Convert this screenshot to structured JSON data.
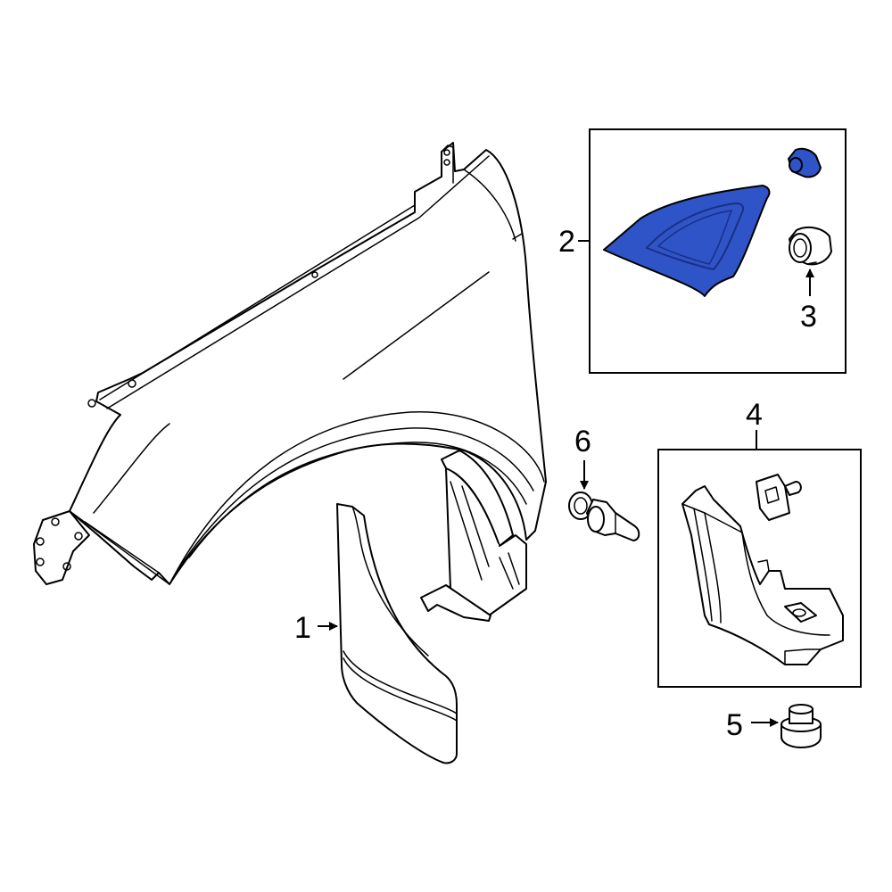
{
  "callouts": {
    "c1": "1",
    "c2": "2",
    "c3": "3",
    "c4": "4",
    "c5": "5",
    "c6": "6"
  },
  "colors": {
    "highlight": "#2f54c8",
    "highlight_dark": "#1a2f86",
    "line": "#000000",
    "background": "#ffffff"
  }
}
